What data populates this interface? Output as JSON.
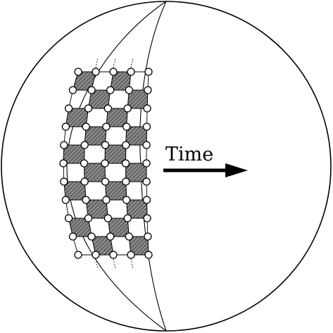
{
  "diagram": {
    "arrow_label": "Time",
    "colors": {
      "stroke": "#000000",
      "plaquette_fill": "#777777",
      "node_fill": "#ffffff",
      "background": "#ffffff"
    },
    "icons": {
      "sphere": "sphere-outline",
      "lattice": "checkerboard-lattice-strip",
      "arrow": "right-arrow-icon"
    }
  }
}
